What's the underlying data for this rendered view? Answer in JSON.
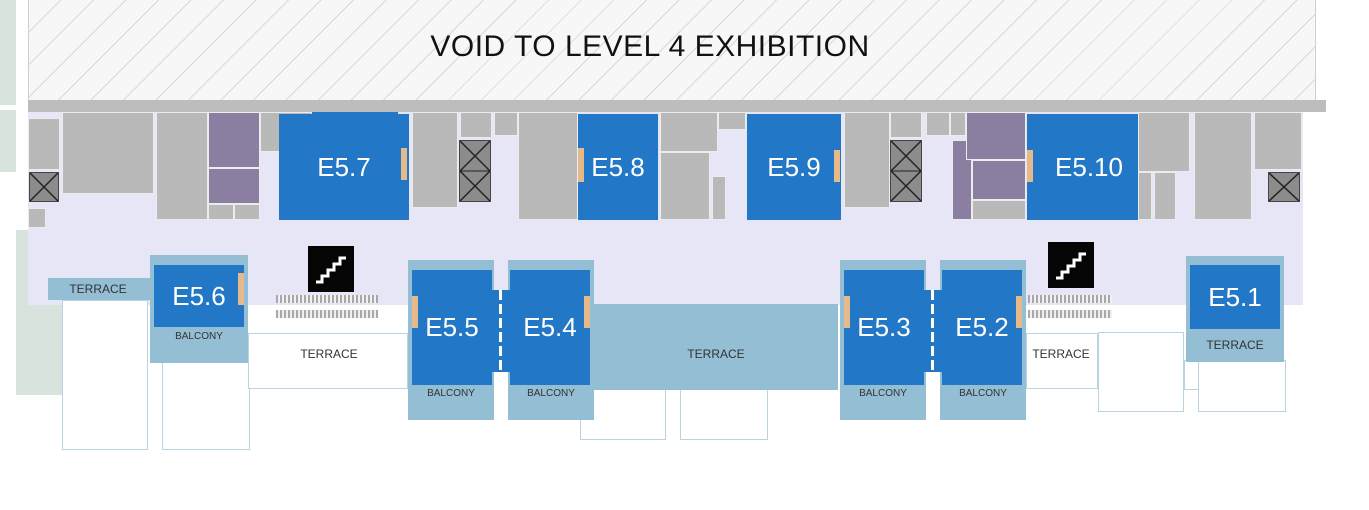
{
  "title": "VOID TO LEVEL 4 EXHIBITION",
  "rooms": [
    {
      "id": "E5.1",
      "label": "E5.1"
    },
    {
      "id": "E5.2",
      "label": "E5.2"
    },
    {
      "id": "E5.3",
      "label": "E5.3"
    },
    {
      "id": "E5.4",
      "label": "E5.4"
    },
    {
      "id": "E5.5",
      "label": "E5.5"
    },
    {
      "id": "E5.6",
      "label": "E5.6"
    },
    {
      "id": "E5.7",
      "label": "E5.7"
    },
    {
      "id": "E5.8",
      "label": "E5.8"
    },
    {
      "id": "E5.9",
      "label": "E5.9"
    },
    {
      "id": "E5.10",
      "label": "E5.10"
    }
  ],
  "labels": {
    "terrace": "TERRACE",
    "balcony": "BALCONY"
  },
  "colors": {
    "room": "#2277c6",
    "balcony": "#93bed4",
    "corridor": "#e6e6f7",
    "service_grey": "#b9b9b9",
    "service_purple": "#8b7fa1",
    "door": "#e6b98a"
  },
  "icons": {
    "stair": "stair-icon",
    "cross": "cross-box-icon"
  }
}
